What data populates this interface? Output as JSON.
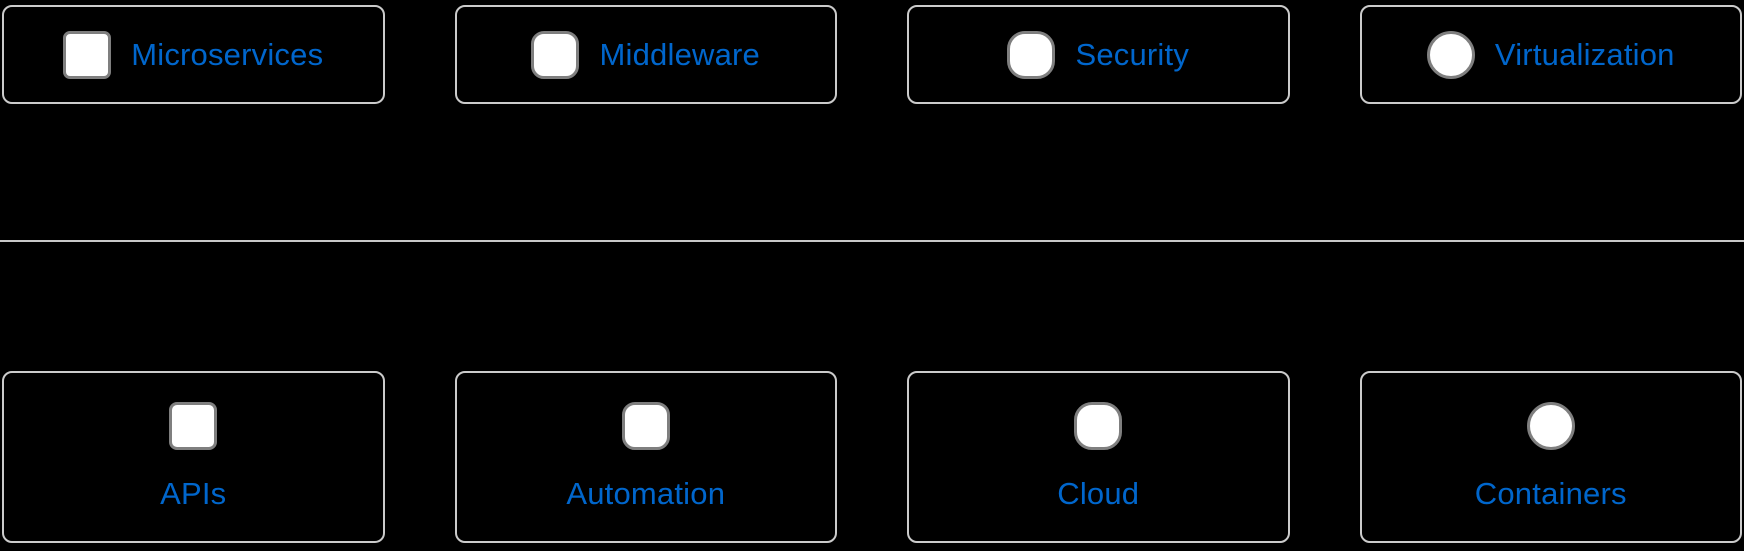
{
  "colors": {
    "page_background": "#000000",
    "tile_border": "#cbcbcb",
    "label_blue": "#0066CC",
    "shape_fill": "#ffffff",
    "shape_border": "#7f7f7f",
    "divider": "#c8c8c8"
  },
  "top_tiles": [
    {
      "label": "Microservices",
      "shape": "square-icon",
      "radius": "7px"
    },
    {
      "label": "Middleware",
      "shape": "rounded-square-icon",
      "radius": "13px"
    },
    {
      "label": "Security",
      "shape": "squircle-icon",
      "radius": "18px"
    },
    {
      "label": "Virtualization",
      "shape": "circle-icon",
      "radius": "50%"
    }
  ],
  "bottom_tiles": [
    {
      "label": "APIs",
      "shape": "square-icon",
      "radius": "8px"
    },
    {
      "label": "Automation",
      "shape": "rounded-square-icon",
      "radius": "13px"
    },
    {
      "label": "Cloud",
      "shape": "squircle-icon",
      "radius": "18px"
    },
    {
      "label": "Containers",
      "shape": "circle-icon",
      "radius": "50%"
    }
  ]
}
